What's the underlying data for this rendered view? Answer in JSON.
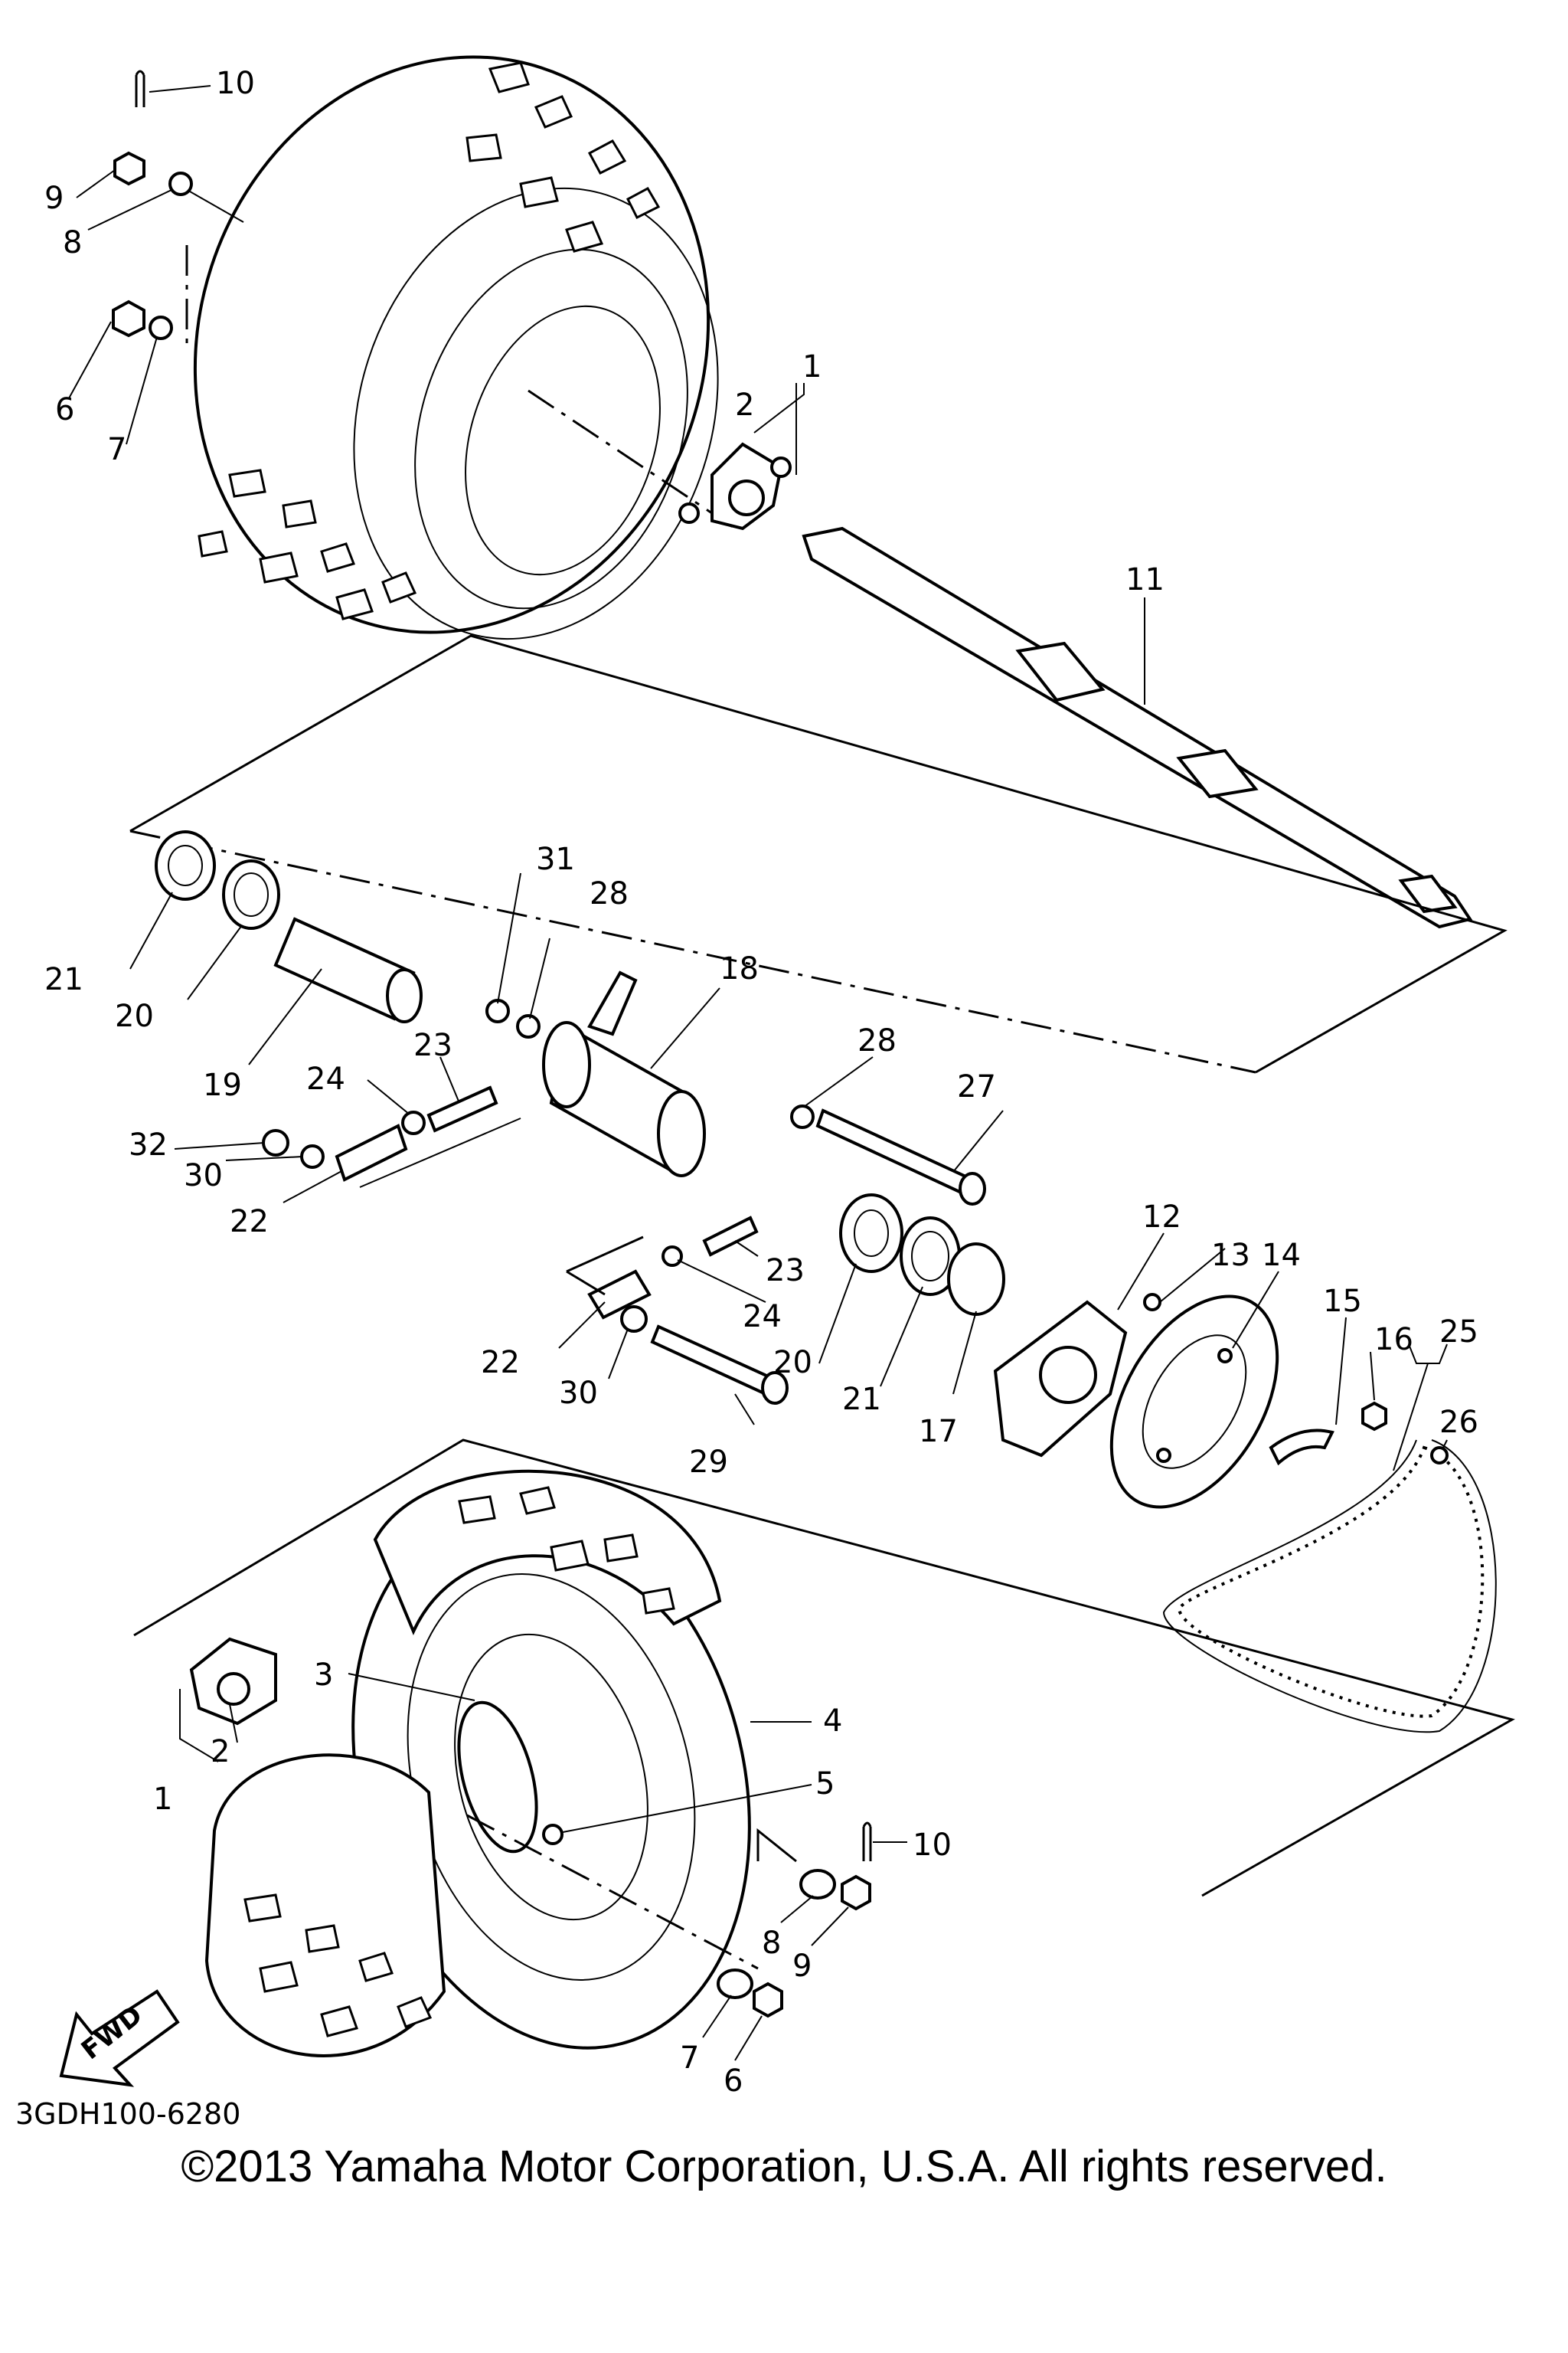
{
  "callouts": [
    "1",
    "2",
    "3",
    "4",
    "5",
    "6",
    "7",
    "8",
    "9",
    "10",
    "11",
    "12",
    "13",
    "14",
    "15",
    "16",
    "17",
    "18",
    "19",
    "20",
    "21",
    "22",
    "23",
    "24",
    "25",
    "26",
    "27",
    "28",
    "29",
    "30",
    "31",
    "32"
  ],
  "fwd_label": "FWD",
  "diagram_code": "3GDH100-6280",
  "copyright": "©2013 Yamaha Motor Corporation, U.S.A. All rights reserved."
}
